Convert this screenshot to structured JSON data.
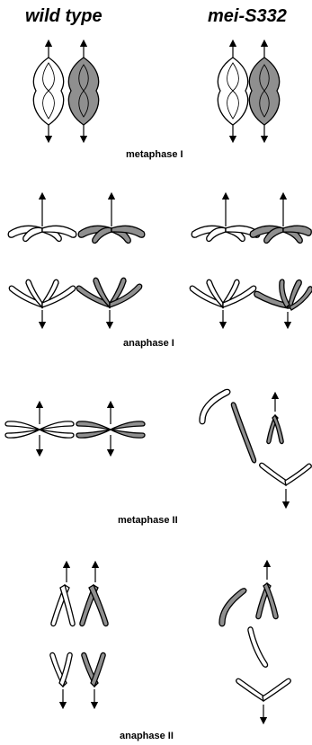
{
  "columns": {
    "left_title": "wild type",
    "right_title": "mei-S332"
  },
  "stages": {
    "metaphase_1": "metaphase I",
    "anaphase_1": "anaphase I",
    "metaphase_2": "metaphase II",
    "anaphase_2": "anaphase II"
  },
  "colors": {
    "chromatid_wild_type": "#ffffff",
    "chromatid_mutant_shaded": "#8f8f8f",
    "outline": "#000000"
  }
}
